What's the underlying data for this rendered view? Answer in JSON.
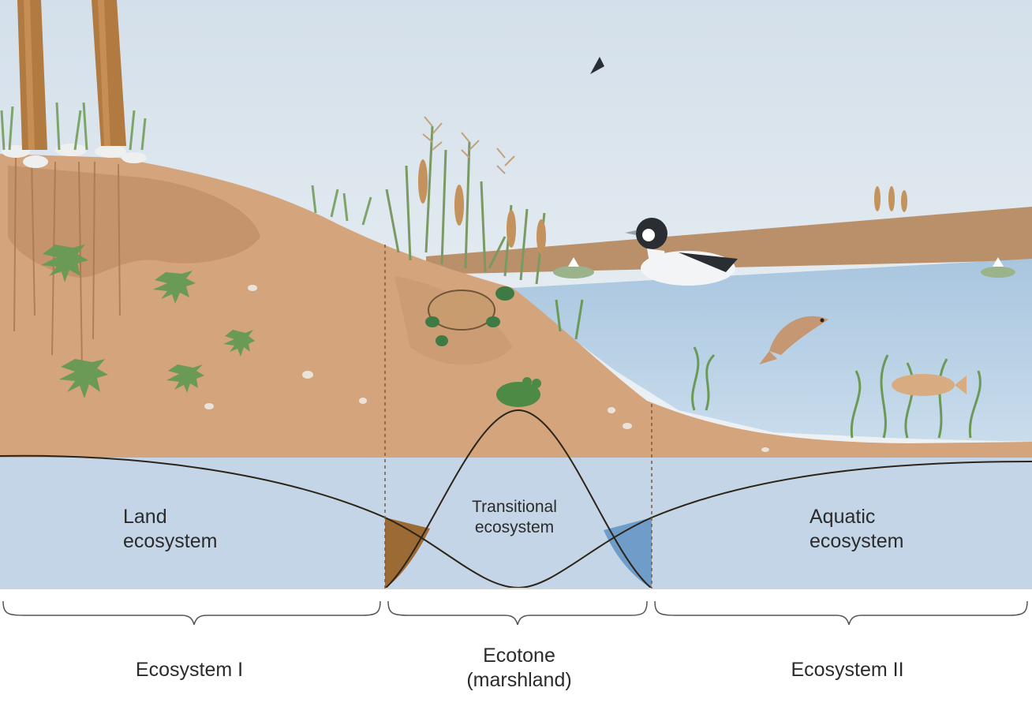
{
  "colors": {
    "sky": "#dde6ee",
    "soil": "#d4a47c",
    "soil_dark": "#b8865c",
    "water": "#bcd3e6",
    "graph_band": "#c3d5e6",
    "land_wedge": "#9c6a35",
    "water_wedge": "#6f9cc8",
    "curve": "#2d2418",
    "plant": "#6a9a55",
    "trunk": "#b07a40"
  },
  "icons": [
    "tree-trunk-icon",
    "cattail-icon",
    "turtle-icon",
    "frog-icon",
    "duck-icon",
    "fish-icon",
    "bird-icon",
    "lily-pad-icon"
  ],
  "zones": {
    "land": [
      "Land",
      "ecosystem"
    ],
    "transitional": [
      "Transitional",
      "ecosystem"
    ],
    "aquatic": [
      "Aquatic",
      "ecosystem"
    ]
  },
  "brackets": {
    "ecosystem_1": [
      "Ecosystem I"
    ],
    "ecotone": [
      "Ecotone",
      "(marshland)"
    ],
    "ecosystem_2": [
      "Ecosystem II"
    ]
  }
}
